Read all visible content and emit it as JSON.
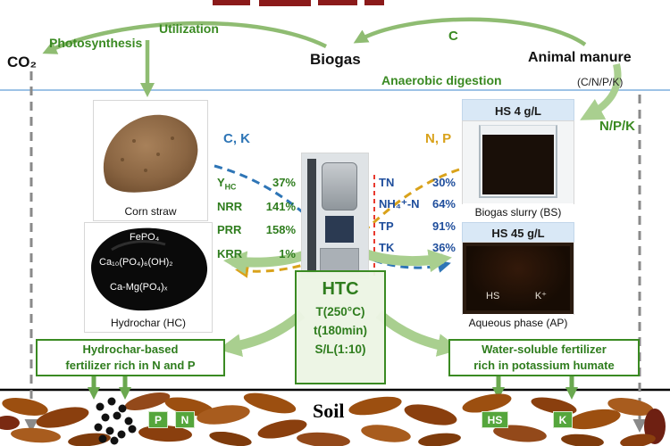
{
  "colors": {
    "green_text": "#3a8a22",
    "green_arrow_light": "#a9cf8f",
    "green_arrow": "#8fbc72",
    "blue_arrow": "#2e75b6",
    "orange_arrow": "#d9a21b",
    "stat_blue": "#1f4e9c",
    "red_dash": "#e8392e",
    "header_bg": "#d9e8f6",
    "badge_green": "#55a63c",
    "soil_brown": "#9c4f10"
  },
  "top": {
    "photosynthesis": "Photosynthesis",
    "utilization": "Utilization",
    "co2": "CO₂",
    "biogas": "Biogas",
    "carbon": "C",
    "animal_manure": "Animal manure",
    "anaerobic_digestion": "Anaerobic digestion",
    "cnpk": "(C/N/P/K)",
    "npk": "N/P/K"
  },
  "left_column": {
    "corn_straw_caption": "Corn straw",
    "hydrochar_caption": "Hydrochar (HC)",
    "formulas": [
      "FePO₄",
      "Ca₁₀(PO₄)₆(OH)₂",
      "Ca-Mg(PO₄)ₓ"
    ]
  },
  "center": {
    "ck_label": "C, K",
    "np_label": "N, P",
    "left_stats": [
      {
        "label": "Y",
        "sub": "HC",
        "value": "37%"
      },
      {
        "label": "NRR",
        "sub": "",
        "value": "141%"
      },
      {
        "label": "PRR",
        "sub": "",
        "value": "158%"
      },
      {
        "label": "KRR",
        "sub": "",
        "value": "1%"
      }
    ],
    "right_stats": [
      {
        "label": "TN",
        "value": "30%"
      },
      {
        "label": "NH₄⁺-N",
        "value": "64%"
      },
      {
        "label": "TP",
        "value": "91%"
      },
      {
        "label": "TK",
        "value": "36%"
      }
    ],
    "htc": {
      "title": "HTC",
      "lines": [
        "T(250°C)",
        "t(180min)",
        "S/L(1:10)"
      ]
    }
  },
  "right_column": {
    "hs4": "HS 4 g/L",
    "bs_caption": "Biogas slurry (BS)",
    "hs45": "HS 45 g/L",
    "ap_caption": "Aqueous phase (AP)",
    "ap_overlay_hs": "HS",
    "ap_overlay_k": "K⁺"
  },
  "bottom": {
    "left_box_line1": "Hydrochar-based",
    "left_box_line2": "fertilizer rich in N and P",
    "right_box_line1": "Water-soluble fertilizer",
    "right_box_line2": "rich in potassium humate",
    "soil": "Soil",
    "badges": [
      "P",
      "N",
      "HS",
      "K"
    ]
  }
}
